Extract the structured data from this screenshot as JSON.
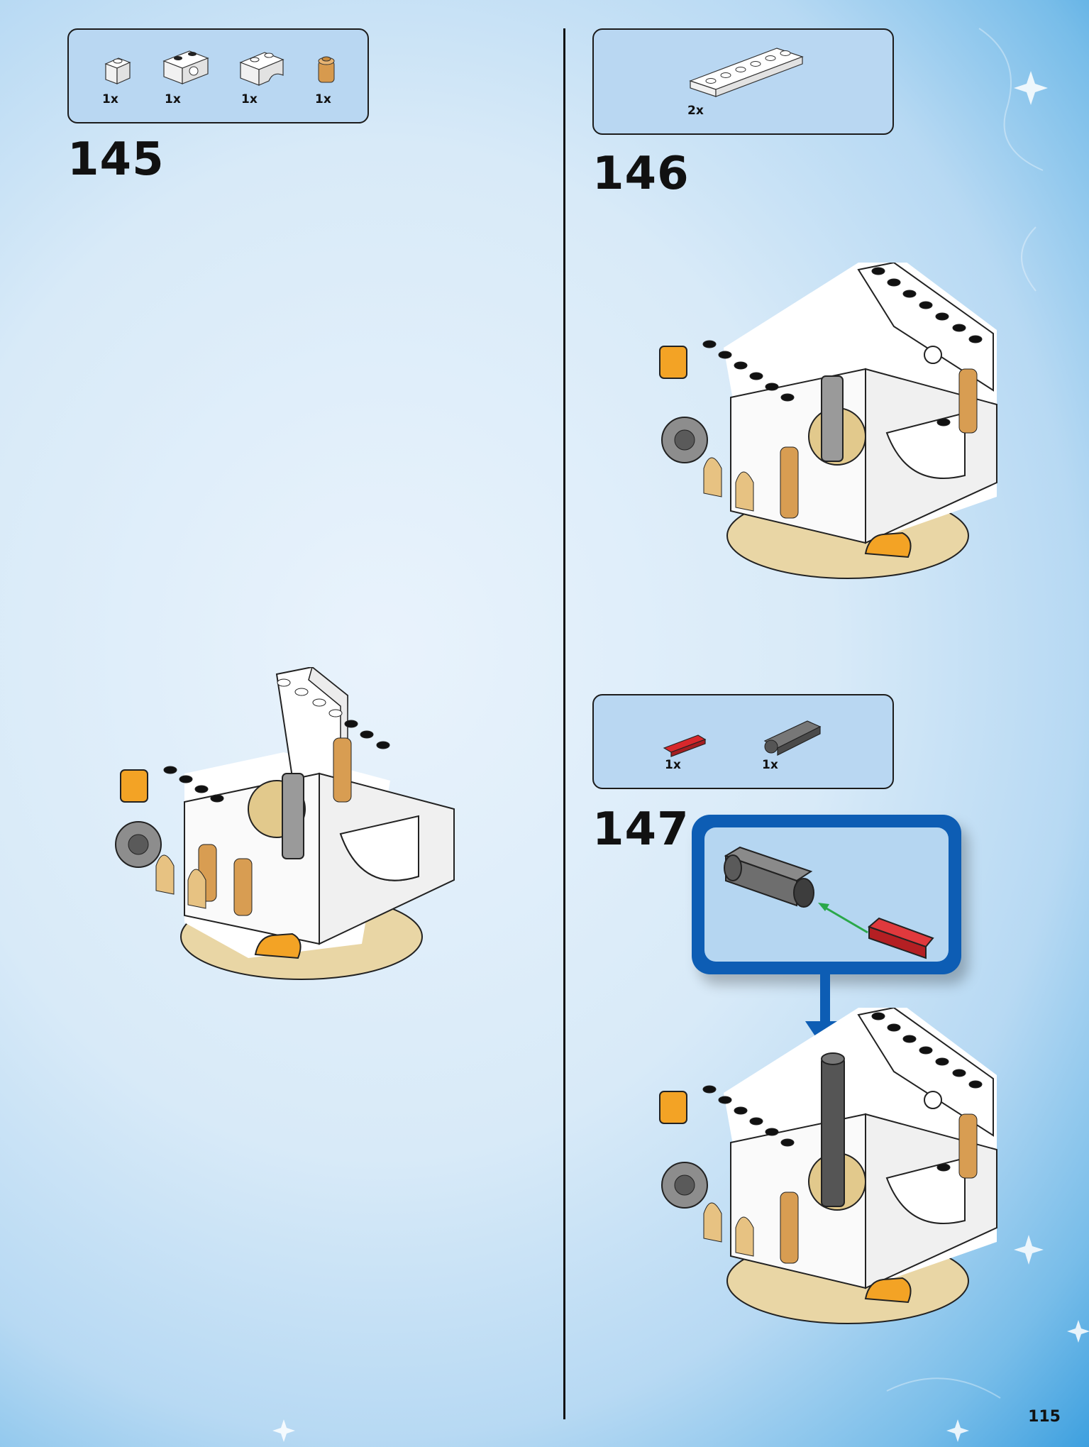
{
  "page": {
    "number": "115"
  },
  "steps": [
    {
      "number": "145",
      "parts": [
        {
          "qty": "1x",
          "icon": "white-1x1-brick-icon"
        },
        {
          "qty": "1x",
          "icon": "white-technic-brick-with-hole-icon"
        },
        {
          "qty": "1x",
          "icon": "white-curved-brick-icon"
        },
        {
          "qty": "1x",
          "icon": "tan-round-brick-icon"
        }
      ]
    },
    {
      "number": "146",
      "parts": [
        {
          "qty": "2x",
          "icon": "white-1x6-plate-icon"
        }
      ]
    },
    {
      "number": "147",
      "parts": [
        {
          "qty": "1x",
          "icon": "red-technic-axle-icon"
        },
        {
          "qty": "1x",
          "icon": "dark-grey-axle-connector-icon"
        }
      ],
      "callout": {
        "accent": "#0d5db4",
        "arrow_color": "#2aa84a"
      }
    }
  ],
  "colors": {
    "background": "#d8eaf8",
    "parts_box": "#b9d7f2",
    "callout_border": "#0d5db4"
  }
}
